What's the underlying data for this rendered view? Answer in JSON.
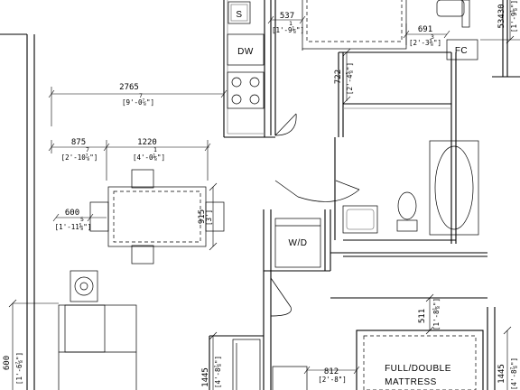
{
  "dimensions": {
    "living_width": {
      "mm": "2765",
      "frac": "7",
      "imperial": "[9'-0⅞\"]"
    },
    "left_to_table": {
      "mm": "875",
      "frac": "7",
      "imperial": "[2'-10⅞\"]"
    },
    "table_width": {
      "mm": "1220",
      "frac": "1",
      "imperial": "[4'-0⅛\"]"
    },
    "table_side": {
      "mm": "600",
      "frac": "5",
      "imperial": "[1'-11⅝\"]"
    },
    "table_depth": {
      "mm": "915",
      "frac": "",
      "imperial": "[3']"
    },
    "kitchen_top": {
      "mm": "537",
      "frac": "1",
      "imperial": "[1'-9⅛\"]"
    },
    "hall_vertical": {
      "mm": "722",
      "frac": "",
      "imperial": "[2'-4⅝\"]"
    },
    "bath_top": {
      "mm": "691",
      "frac": "3",
      "imperial": "[2'-3⅜\"]"
    },
    "right_top": {
      "mm": "53430",
      "frac": "",
      "imperial": "[1'-9⅛\"]"
    },
    "bed_top": {
      "mm": "511",
      "frac": "",
      "imperial": "[1'-8⅛\"]"
    },
    "bed_left": {
      "mm": "1445",
      "frac": "",
      "imperial": "[4'-8⅞\"]"
    },
    "bed_right": {
      "mm": "1445",
      "frac": "",
      "imperial": "[4'-8⅞\"]"
    },
    "closet": {
      "mm": "812",
      "frac": "",
      "imperial": "[2'-8\"]"
    },
    "left_edge": {
      "mm": "600",
      "frac": "",
      "imperial": "[1'-6⅞\"]"
    }
  },
  "labels": {
    "sink": "S",
    "dishwasher": "DW",
    "washer_dryer": "W/D",
    "furnace": "FC",
    "mattress_line1": "FULL/DOUBLE",
    "mattress_line2": "MATTRESS"
  }
}
